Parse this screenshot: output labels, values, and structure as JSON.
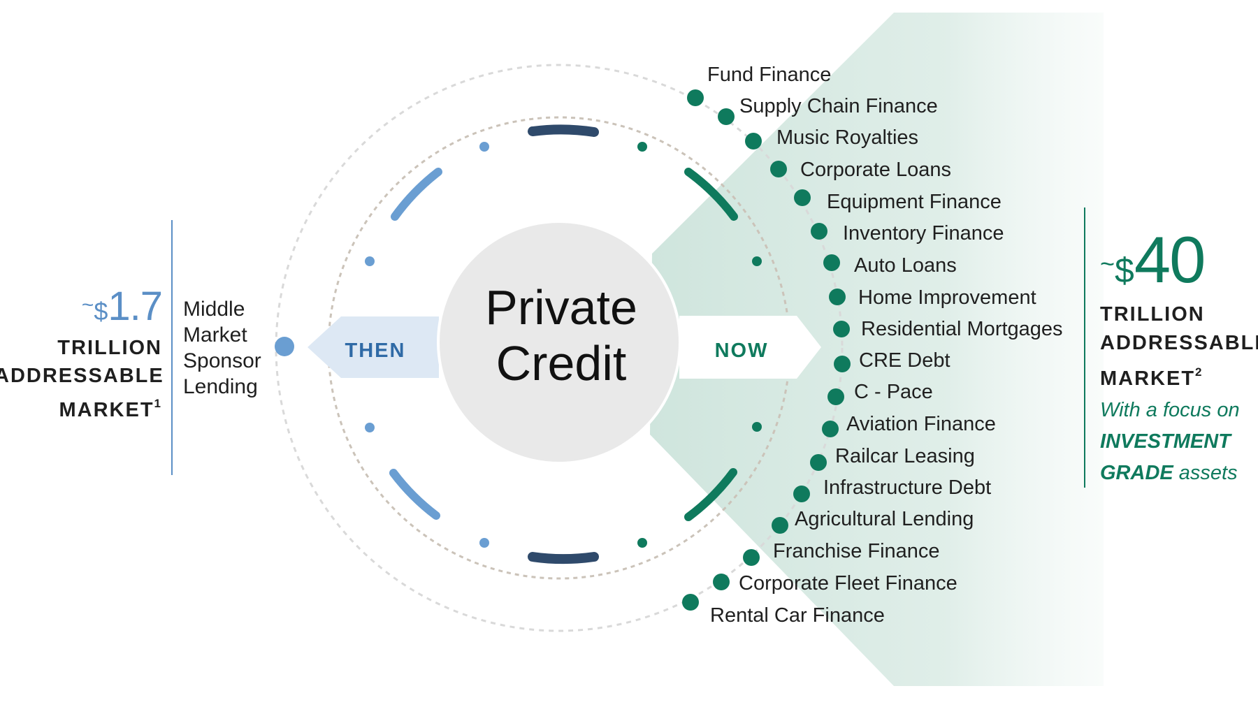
{
  "center": {
    "line1": "Private",
    "line2": "Credit"
  },
  "then_label": "THEN",
  "now_label": "NOW",
  "left": {
    "segment_lines": [
      "Middle",
      "Market",
      "Sponsor",
      "Lending"
    ],
    "tilde": "~",
    "currency": "$",
    "amount": "1.7",
    "caption_lines": [
      "TRILLION",
      "ADDRESSABLE",
      "MARKET"
    ],
    "footnote": "1"
  },
  "right": {
    "tilde": "~",
    "currency": "$",
    "amount": "40",
    "caption_lines": [
      "TRILLION",
      "ADDRESSABLE",
      "MARKET"
    ],
    "footnote": "2",
    "focus_line1": "With a focus on",
    "focus_strong_1": "INVESTMENT",
    "focus_strong_2": "GRADE",
    "focus_tail": " assets"
  },
  "segments": [
    "Fund Finance",
    "Supply Chain Finance",
    "Music Royalties",
    "Corporate Loans",
    "Equipment Finance",
    "Inventory Finance",
    "Auto Loans",
    "Home Improvement",
    "Residential Mortgages",
    "CRE Debt",
    "C - Pace",
    "Aviation Finance",
    "Railcar Leasing",
    "Infrastructure Debt",
    "Agricultural Lending",
    "Franchise Finance",
    "Corporate Fleet Finance",
    "Rental Car Finance"
  ],
  "colors": {
    "blue": "#5b8fc6",
    "blue_light": "#dde8f4",
    "navy": "#2f4a6b",
    "green": "#0f7a5d",
    "green_light": "#cfe5dd",
    "gray_circle": "#e9e9e9",
    "text": "#1f1f1f"
  }
}
